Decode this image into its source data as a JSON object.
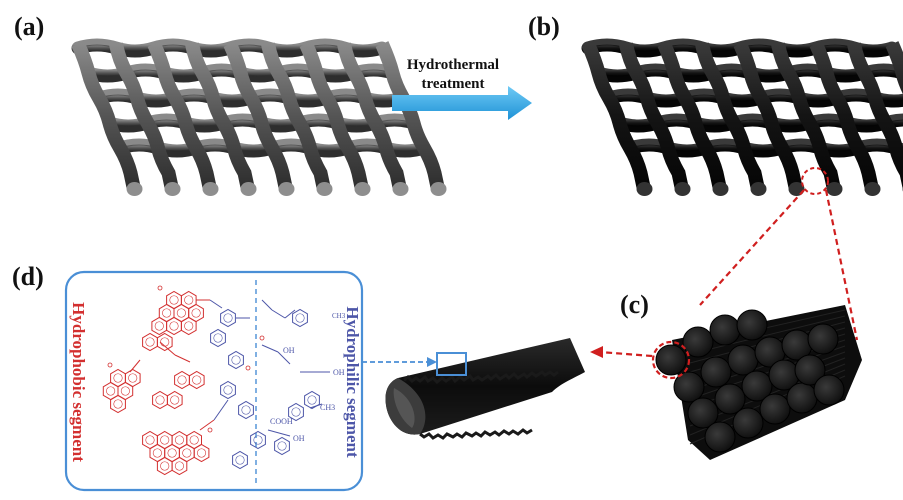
{
  "labels": {
    "a": "(a)",
    "b": "(b)",
    "c": "(c)",
    "d": "(d)"
  },
  "arrow": {
    "line1": "Hydrothermal",
    "line2": "treatment"
  },
  "segments": {
    "hydrophobic": "Hydrophobic segment",
    "hydrophilic": "Hydrophilic segment"
  },
  "chem_labels": {
    "oh1": "OH",
    "oh2": "OH",
    "oh3": "OH",
    "ch3_1": "CH3",
    "ch3_2": "CH3",
    "cooh": "COOH"
  },
  "colors": {
    "mesh_a": "#5a5a5a",
    "mesh_b": "#141414",
    "arrow": "#3fb0ea",
    "callout": "#d01f1f",
    "box": "#4a8fd6",
    "hydrophobic": "#d33030",
    "hydrophilic": "#4d56a8"
  }
}
